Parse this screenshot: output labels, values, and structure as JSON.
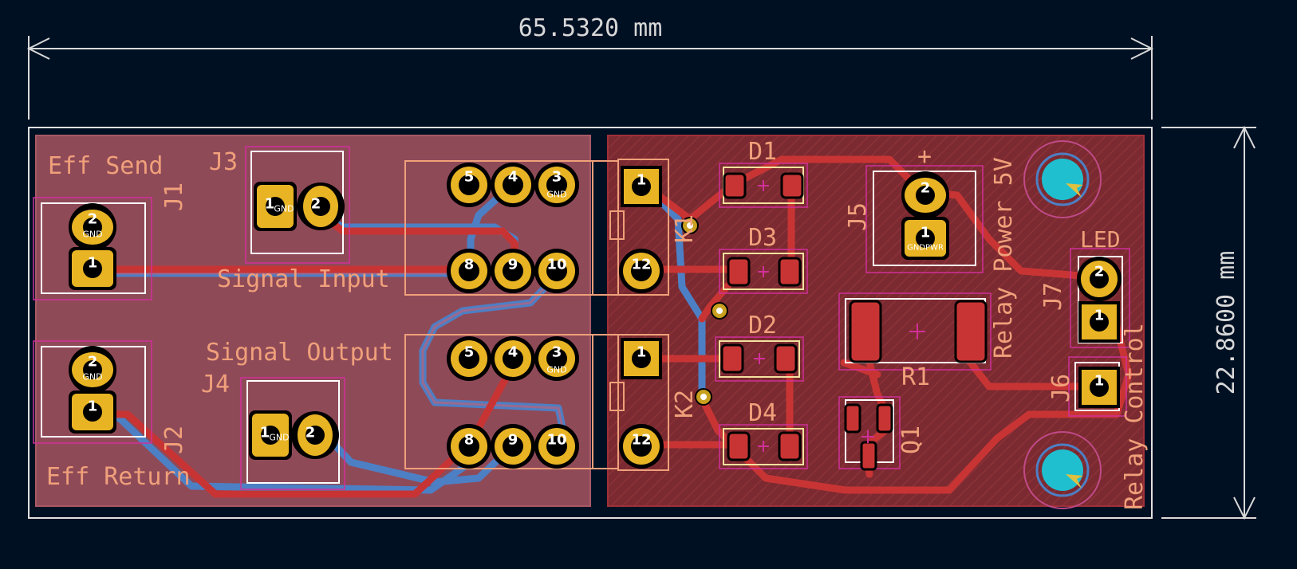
{
  "dimensions": {
    "width": "65.5320 mm",
    "height": "22.8600 mm"
  },
  "labels": {
    "eff_send": "Eff Send",
    "eff_return": "Eff Return",
    "signal_input": "Signal Input",
    "signal_output": "Signal Output",
    "relay_power": "Relay Power 5V",
    "relay_control": "Relay Control",
    "led": "LED",
    "plus": "+"
  },
  "references": {
    "j1": "J1",
    "j2": "J2",
    "j3": "J3",
    "j4": "J4",
    "j5": "J5",
    "j6": "J6",
    "j7": "J7",
    "d1": "D1",
    "d2": "D2",
    "d3": "D3",
    "d4": "D4",
    "k1": "K1",
    "k2": "K2",
    "r1": "R1",
    "q1": "Q1"
  },
  "pads": {
    "n1": "1",
    "n2": "2",
    "n3": "3",
    "n4": "4",
    "n5": "5",
    "n8": "8",
    "n9": "9",
    "n10": "10",
    "n12": "12",
    "gnd": "GND",
    "gndpwr": "GNDPWR"
  },
  "colors": {
    "background": "#001023",
    "copper_front": "#c83434",
    "copper_back": "#4d7fc4",
    "silkscreen": "#f0a07a",
    "pad": "#e8b424",
    "mounting_hole": "#1fbfd0"
  }
}
